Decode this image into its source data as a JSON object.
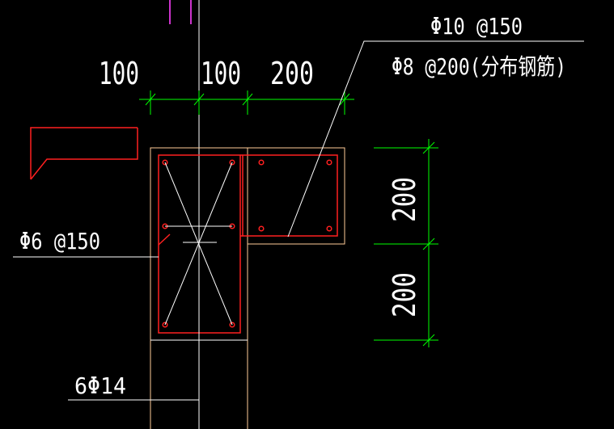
{
  "annotations": {
    "top_rebar": "Φ10 @150",
    "distribution_rebar": "Φ8 @200(分布钢筋)",
    "stirrup": "Φ6 @150",
    "longitudinal": "6Φ14"
  },
  "dimensions": {
    "horizontal": [
      "100",
      "100",
      "200"
    ],
    "vertical": [
      "200",
      "200"
    ]
  },
  "colors": {
    "background": "#000000",
    "dimension": "#00ff00",
    "rebar": "#ff2020",
    "outline": "#ffcc99",
    "text": "#ffffff",
    "axis": "#ff00ff"
  }
}
